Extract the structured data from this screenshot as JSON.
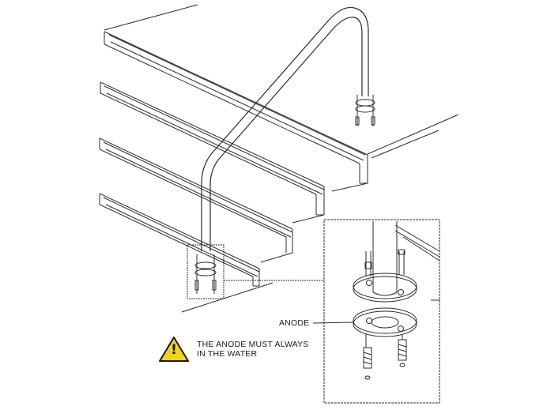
{
  "labels": {
    "anode": "ANODE",
    "warning_line1": "THE ANODE MUST ALWAYS",
    "warning_line2": "IN THE WATER",
    "warning_symbol": "!"
  },
  "icons": {
    "warning": "warning-triangle-icon"
  },
  "colors": {
    "line": "#2b2b2b",
    "warning_fill": "#f2d41a",
    "warning_stroke": "#1a1a1a",
    "background": "#ffffff"
  }
}
